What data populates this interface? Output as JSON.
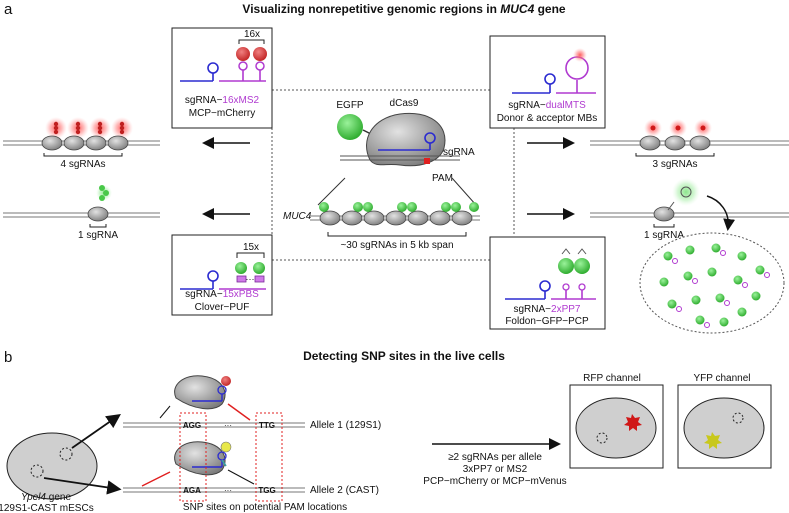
{
  "panel_a": {
    "letter": "a",
    "title_main": "Visualizing nonrepetitive genomic regions in ",
    "title_gene": "MUC4",
    "title_tail": " gene",
    "center": {
      "egfp": "EGFP",
      "dcas9": "dCas9",
      "sgrna": "sgRNA",
      "pam": "PAM",
      "gene": "MUC4",
      "span": "~30 sgRNAs in 5 kb span"
    },
    "box_ms2": {
      "line1_prefix": "sgRNA−",
      "line1_suffix": "16xMS2",
      "line2": "MCP−mCherry",
      "repeat": "16x"
    },
    "box_mts": {
      "line1_prefix": "sgRNA−",
      "line1_suffix": "dualMTS",
      "line2": "Donor & acceptor MBs"
    },
    "box_pbs": {
      "line1_prefix": "sgRNA−",
      "line1_suffix": "15xPBS",
      "line2": "Clover−PUF",
      "repeat": "15x"
    },
    "box_pp7": {
      "line1_prefix": "sgRNA−",
      "line1_suffix": "2xPP7",
      "line2": "Foldon−GFP−PCP"
    },
    "result_ms2": "4 sgRNAs",
    "result_mts": "3 sgRNAs",
    "result_pbs": "1 sgRNA",
    "result_pp7": "1 sgRNA"
  },
  "panel_b": {
    "letter": "b",
    "title": "Detecting SNP sites in the live cells",
    "gene_italic": "Ypel4",
    "gene_rest": " gene",
    "cells": "129S1-CAST mESCs",
    "allele1": "Allele 1 (129S1)",
    "allele2": "Allele 2 (CAST)",
    "seq1_left": "AGG",
    "seq1_right": "TTG",
    "seq2_left": "AGA",
    "seq2_right": "TGG",
    "snp_note": "SNP sites on potential PAM locations",
    "method_line1": "≥2 sgRNAs per allele",
    "method_line2": "3xPP7 or MS2",
    "method_line3": "PCP−mCherry or MCP−mVenus",
    "rfp": "RFP channel",
    "yfp": "YFP channel"
  },
  "colors": {
    "blue": "#2b2bd0",
    "magenta": "#b03ad0",
    "red": "#e02020",
    "green": "#48c848",
    "gray": "#9a9a9a"
  }
}
